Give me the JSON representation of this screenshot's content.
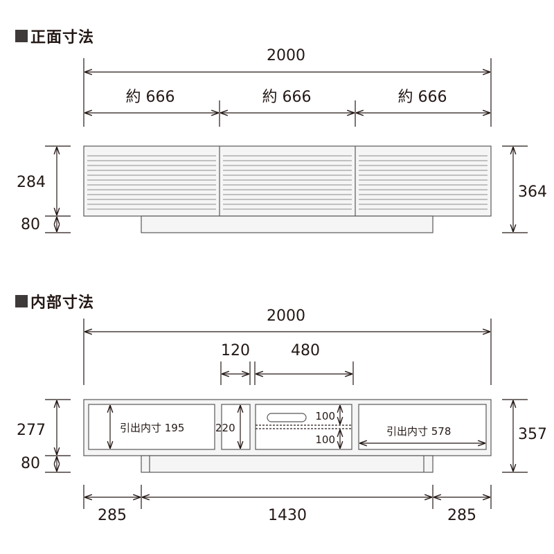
{
  "front": {
    "title": "正面寸法",
    "total_width": "2000",
    "section_width": "約 666",
    "body_height": "284",
    "plinth_height": "80",
    "total_height": "364"
  },
  "interior": {
    "title": "内部寸法",
    "total_width": "2000",
    "partition_width": "120",
    "shelf_width": "480",
    "body_height": "277",
    "plinth_height": "80",
    "total_height": "357",
    "left_drawer": "引出内寸 195",
    "partition_height": "220",
    "upper_space": "100",
    "lower_space": "100",
    "right_drawer": "引出内寸 578",
    "left_offset": "285",
    "plinth_width": "1430",
    "right_offset": "285"
  },
  "colors": {
    "line": "#231815",
    "panel_stroke": "#595757",
    "panel_fill": "#f5f5f5"
  }
}
